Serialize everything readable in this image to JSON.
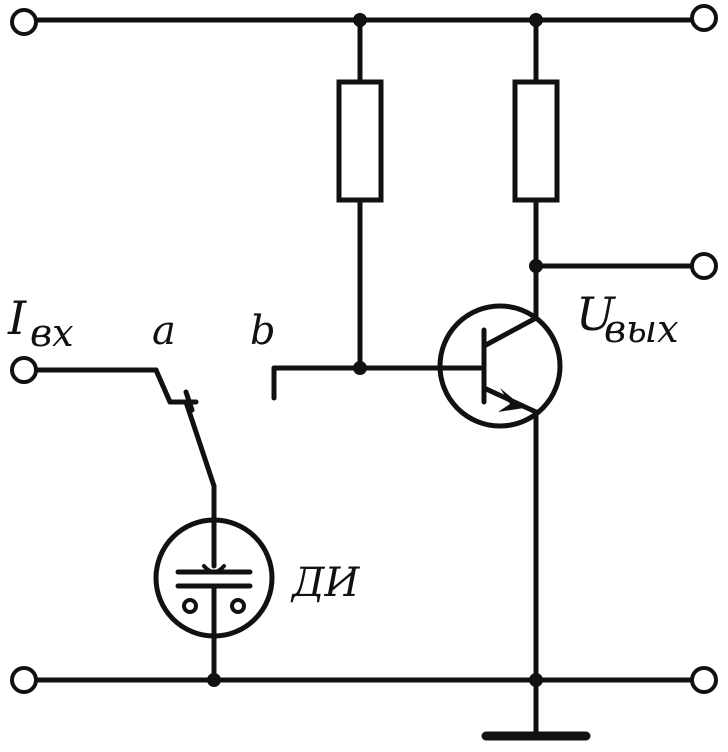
{
  "labels": {
    "input_current_main": "I",
    "input_current_sub": "вх",
    "switch_pos_a": "a",
    "switch_pos_b": "b",
    "output_voltage_main": "U",
    "output_voltage_sub": "вых",
    "indicator": "ДИ"
  },
  "colors": {
    "ink": "#111111",
    "paper": "#ffffff"
  }
}
